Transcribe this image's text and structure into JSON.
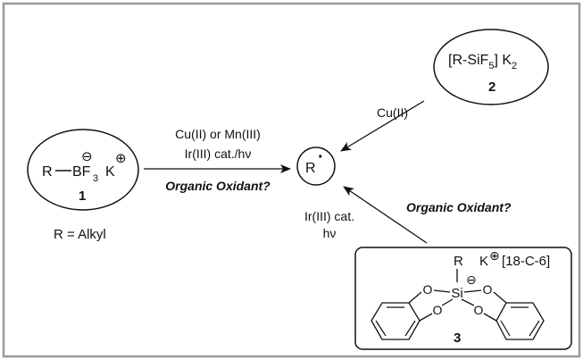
{
  "colors": {
    "frame": "#9a9a9a",
    "ink": "#111111",
    "background": "#ffffff"
  },
  "compound1": {
    "formula_R": "R",
    "formula_B": "BF",
    "formula_sub": "3",
    "cation": "K",
    "anion_charge": "⊖",
    "cation_charge": "⊕",
    "number": "1"
  },
  "r_definition": "R = Alkyl",
  "compound2": {
    "formula_main": "[R-SiF",
    "formula_sub1": "5",
    "formula_mid": "] K",
    "formula_sub2": "2",
    "number": "2"
  },
  "radical": {
    "label": "R",
    "dot": "·"
  },
  "arrow_left": {
    "line1": "Cu(II) or Mn(III)",
    "line2": "Ir(III) cat./hν",
    "line3": "Organic Oxidant?"
  },
  "arrow_top": {
    "label": "Cu(II)"
  },
  "arrow_bottom": {
    "oxidant": "Organic Oxidant?",
    "line1": "Ir(III) cat.",
    "line2": "hν"
  },
  "compound3": {
    "r_label": "R",
    "si_label": "Si",
    "o_labels": [
      "O",
      "O",
      "O",
      "O"
    ],
    "anion_charge": "⊖",
    "cation": "K",
    "cation_charge": "⊕",
    "crown": "[18-C-6]",
    "number": "3"
  }
}
